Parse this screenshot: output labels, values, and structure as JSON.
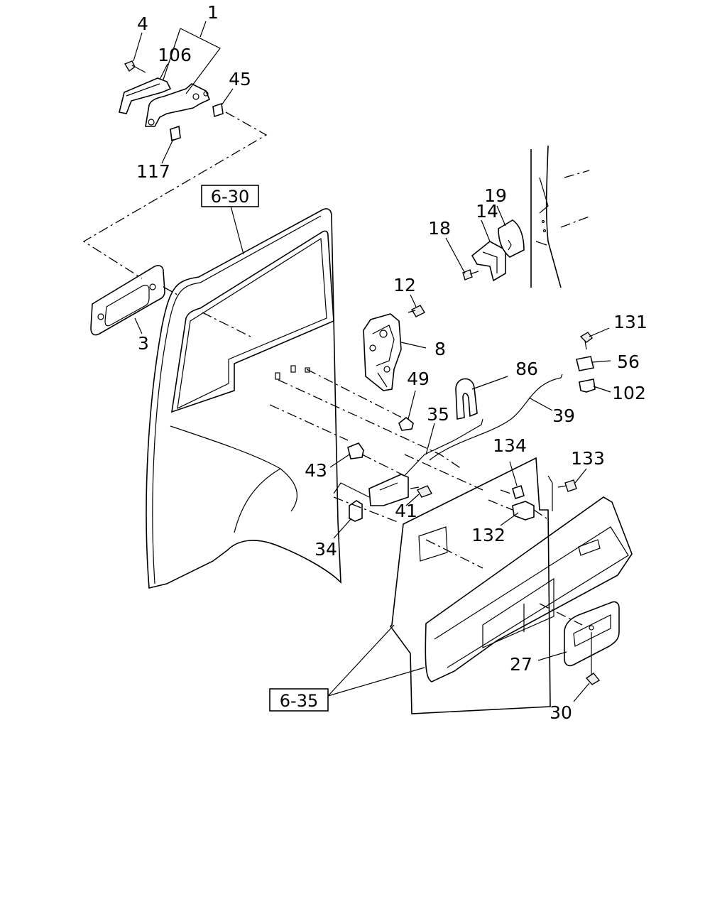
{
  "callouts": [
    "1",
    "4",
    "106",
    "45",
    "117",
    "3",
    "18",
    "14",
    "19",
    "12",
    "8",
    "131",
    "56",
    "102",
    "86",
    "49",
    "39",
    "35",
    "43",
    "134",
    "133",
    "41",
    "34",
    "132",
    "27",
    "30"
  ],
  "refs": [
    "6-30",
    "6-35"
  ]
}
